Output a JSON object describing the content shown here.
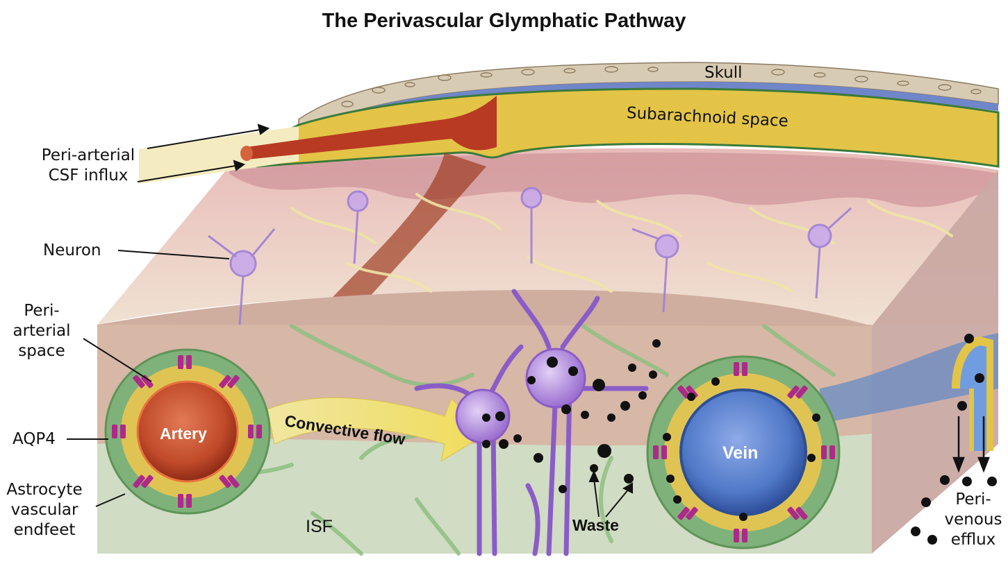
{
  "title": "The Perivascular Glymphatic Pathway",
  "labels": {
    "skull": "Skull",
    "subarachnoid": "Subarachnoid space",
    "influx": [
      "Peri-arterial",
      "CSF influx"
    ],
    "neuron": "Neuron",
    "periarterial_space": [
      "Peri-",
      "arterial",
      "space"
    ],
    "aqp4": "AQP4",
    "endfeet": [
      "Astrocyte",
      "vascular",
      "endfeet"
    ],
    "artery": "Artery",
    "vein": "Vein",
    "convective_flow": "Convective flow",
    "isf": "ISF",
    "waste": "Waste",
    "efflux": [
      "Peri-",
      "venous",
      "efflux"
    ]
  },
  "colors": {
    "tissue": "#e9c7b9",
    "tissue_front": "#d7b7a6",
    "isf": "#cfe0c6",
    "csf_yellow": "#e3c447",
    "artery_red": "#b83a22",
    "vein_blue": "#4d79c9",
    "astrocyte_green": "#7fb27a",
    "aqp4_magenta": "#b0288a",
    "neuron_purple": "#9b6fd0",
    "waste_black": "#111111"
  }
}
